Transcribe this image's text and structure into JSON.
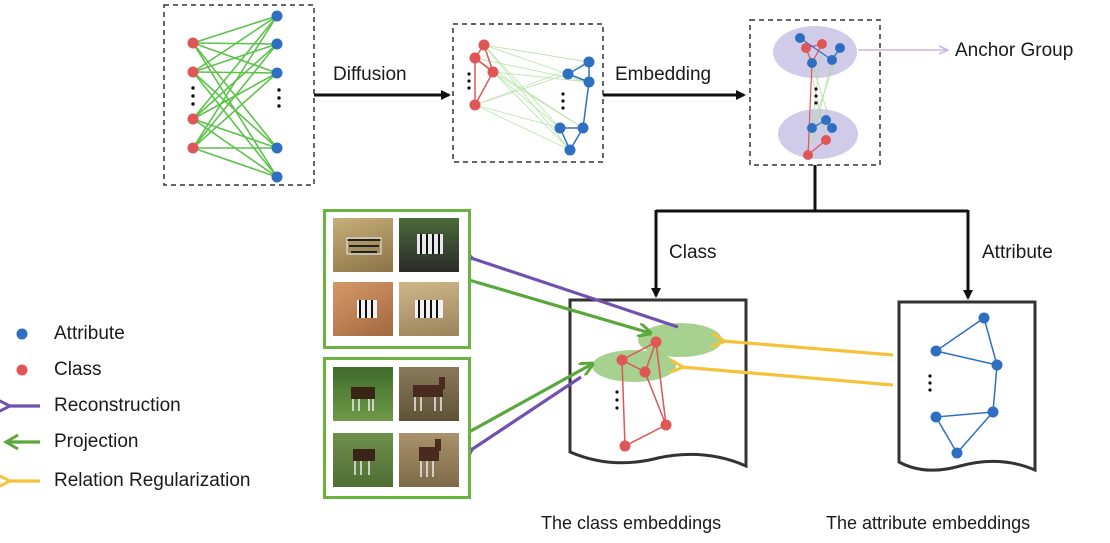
{
  "flow_labels": {
    "diffusion": "Diffusion",
    "embedding": "Embedding",
    "anchor_group": "Anchor Group",
    "class": "Class",
    "attribute": "Attribute"
  },
  "captions": {
    "class_embeddings": "The class embeddings",
    "attribute_embeddings": "The attribute embeddings"
  },
  "legend": [
    {
      "label": "Attribute",
      "symbol": "dot",
      "color": "#2f6fc2"
    },
    {
      "label": "Class",
      "symbol": "dot",
      "color": "#e05555"
    },
    {
      "label": "Reconstruction",
      "symbol": "arrow",
      "color": "#7050b0"
    },
    {
      "label": "Projection",
      "symbol": "arrow",
      "color": "#5aa83c"
    },
    {
      "label": "Relation Regularization",
      "symbol": "arrow",
      "color": "#f5c23a"
    }
  ],
  "colors": {
    "attribute_node": "#2f6fc2",
    "class_node": "#e05555",
    "bipartite_edge": "#5cc24a",
    "anchor_ellipse": "#c9c2e6",
    "class_ellipse": "#9ccc82",
    "reconstruction": "#7050b0",
    "projection": "#5aa83c",
    "regularization": "#f5c23a",
    "photo_frame": "#6bb240"
  },
  "photo_groups": [
    {
      "name": "zebra-images",
      "photos": [
        "zebra-photo-1",
        "zebra-photo-2",
        "zebra-photo-3",
        "zebra-photo-4"
      ]
    },
    {
      "name": "okapi-images",
      "photos": [
        "okapi-photo-1",
        "okapi-photo-2",
        "okapi-photo-3",
        "okapi-photo-4"
      ]
    }
  ]
}
